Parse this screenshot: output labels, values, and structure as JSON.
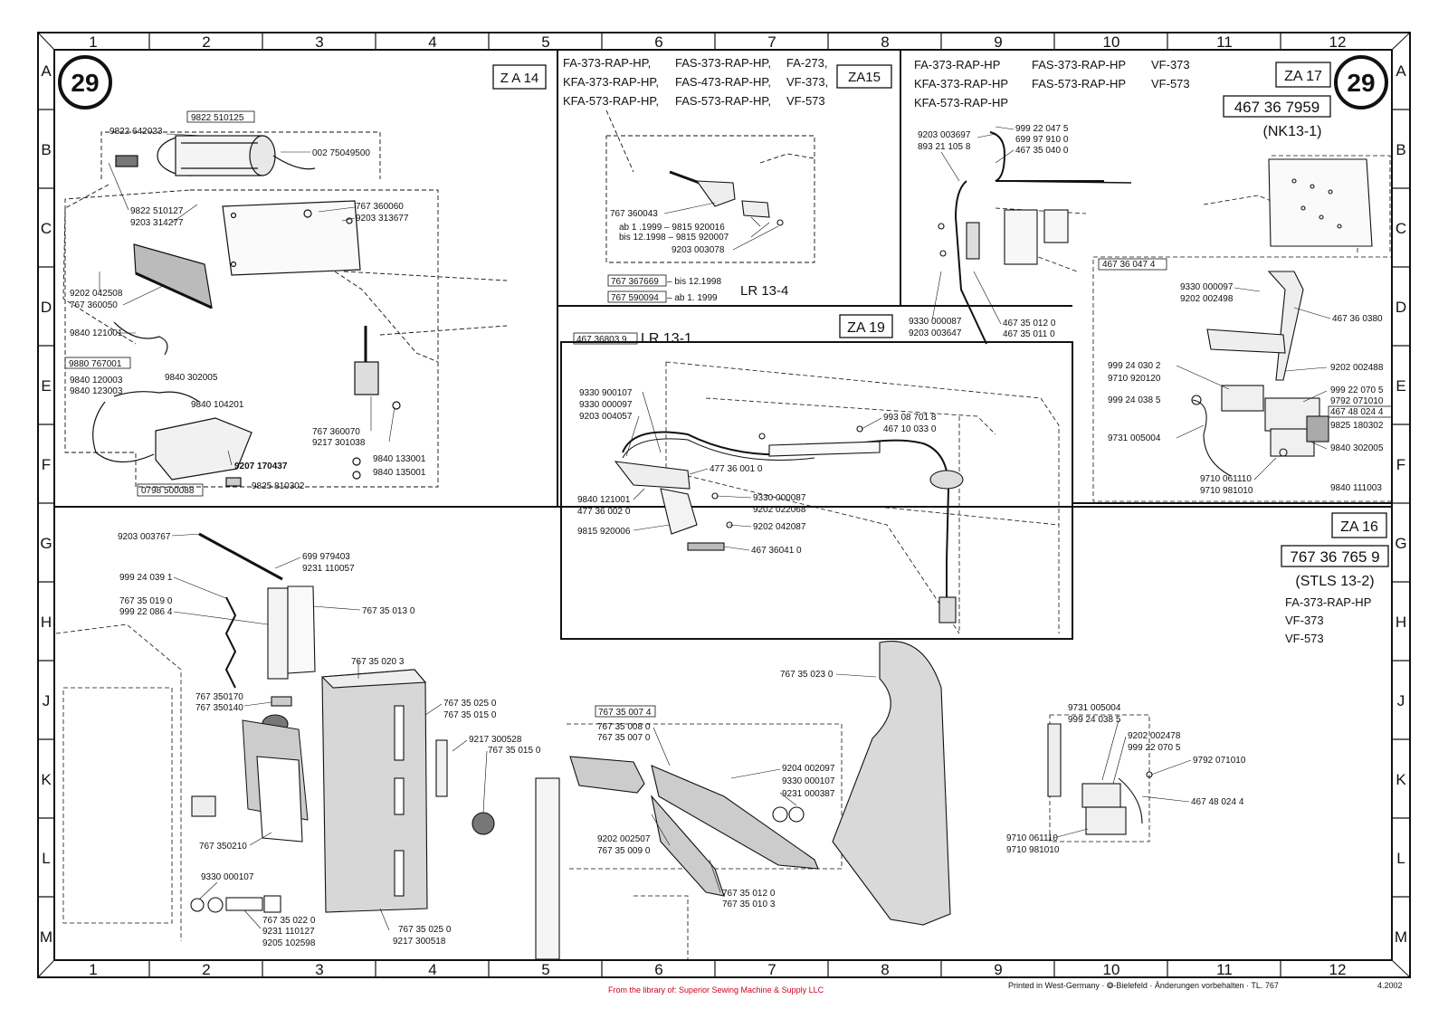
{
  "sheet_number": "29",
  "grid": {
    "columns": [
      "1",
      "2",
      "3",
      "4",
      "5",
      "6",
      "7",
      "8",
      "9",
      "10",
      "11",
      "12"
    ],
    "rows": [
      "A",
      "B",
      "C",
      "D",
      "E",
      "F",
      "G",
      "H",
      "J",
      "K",
      "L",
      "M"
    ]
  },
  "za14": {
    "title": "Z A 14",
    "labels": {
      "p_510125": "9822 510125",
      "p_642023": "9822 642023",
      "p_75049500": "002 75049500",
      "p_5101027": "9822 510127",
      "p_314277": "9203 314277",
      "p_360060": "767 360060",
      "p_313677": "9203 313677",
      "p_042508": "9202 042508",
      "p_360050": "767 360050",
      "p_121001": "9840 121001",
      "p_767001": "9880 767001",
      "p_120003": "9840 120003",
      "p_123003": "9840 123003",
      "p_302005": "9840 302005",
      "p_104201": "9840 104201",
      "p_360070": "767 360070",
      "p_301038": "9217 301038",
      "p_170437": "9207 170437",
      "p_133001": "9840 133001",
      "p_135001": "9840 135001",
      "p_500088": "0798 500088",
      "p_810302": "9825 810302"
    }
  },
  "za15": {
    "title": "ZA15",
    "models": [
      "FA-373-RAP-HP,",
      "FAS-373-RAP-HP,",
      "FA-273,",
      "KFA-373-RAP-HP,",
      "FAS-473-RAP-HP,",
      "VF-373,",
      "KFA-573-RAP-HP,",
      "FAS-573-RAP-HP,",
      "VF-573"
    ],
    "labels": {
      "p_360043": "767 360043",
      "ab": "ab 1 .1999 – 9815 920016",
      "bis": "bis 12.1998 – 9815 920007",
      "p_003078": "9203 003078",
      "p_367669": "767 367669",
      "bis2": "– bis 12.1998",
      "p_590094": "767 590094",
      "ab2": "– ab  1. 1999",
      "lr": "LR 13-4"
    }
  },
  "za17": {
    "title": "ZA 17",
    "models": [
      "FA-373-RAP-HP",
      "FAS-373-RAP-HP",
      "VF-373",
      "KFA-373-RAP-HP",
      "FAS-573-RAP-HP",
      "VF-573",
      "KFA-573-RAP-HP"
    ],
    "kit": "467 36 7959",
    "kit_name": "(NK13-1)",
    "labels": {
      "p_003697": "9203  003697",
      "p_1058": "893  21 105 8",
      "p_0475": "999  22 047 5",
      "p_9100": "699  97 910 0",
      "p_0400": "467  35 040 0",
      "p_000087": "9330  000087",
      "p_003647": "9203  003647",
      "p_0120": "467  35 012 0",
      "p_0110": "467  35 011 0",
      "box": "467  36 047 4",
      "p_000097": "9330  000097",
      "p_002498": "9202  002498",
      "p_0380": "467  36 0380",
      "p_0302": "999  24 030 2",
      "p_920120": "9710  920120",
      "p_0385": "999  24 038 5",
      "p_002488": "9202  002488",
      "p_0705": "999  22 070 5",
      "p_071010": "9792  071010",
      "p_0244": "467  48 024 4",
      "p_180302": "9825  180302",
      "p_005004": "9731  005004",
      "p_302005": "9840  302005",
      "p_061110": "9710  061110",
      "p_981010": "9710  981010",
      "p_111003": "9840  111003"
    }
  },
  "za19": {
    "title": "ZA 19",
    "box": "467  36803 9",
    "lr": "LR 13-1",
    "labels": {
      "p_900107": "9330  900107",
      "p_000097": "9330  000097",
      "p_004057": "9203  004057",
      "p_7018": "993  08 701 8",
      "p_0330": "467  10 033 0",
      "p_0010": "477  36 001 0",
      "p_121001": "9840  121001",
      "p_0020": "477  36 002 0",
      "p_000087": "9330  000087",
      "p_022068": "9202  022068",
      "p_920006": "9815  920006",
      "p_042087": "9202  042087",
      "p_0410": "467  36041 0"
    }
  },
  "za16": {
    "title": "ZA 16",
    "kit": "767 36 765 9",
    "kit_name": "(STLS  13-2)",
    "models": [
      "FA-373-RAP-HP",
      "VF-373",
      "VF-573"
    ],
    "labels": {
      "p_003767": "9203 003767",
      "p_979403": "699  979403",
      "p_110057": "9231  110057",
      "p_0391": "999  24 039 1",
      "p_0190": "767  35 019 0",
      "p_0864": "999  22 086 4",
      "p_0130": "767  35 013 0",
      "p_350170": "767  350170",
      "p_350140": "767  350140",
      "p_0203": "767  35 020 3",
      "p_0250": "767  35 025 0",
      "p_0150": "767  35 015 0",
      "p_300528": "9217  300528",
      "p_0150b": "767  35 015 0",
      "p_350210": "767  350210",
      "p_000107": "9330  000107",
      "p_0220": "767  35 022 0",
      "p_110127": "9231  110127",
      "p_102598": "9205  102598",
      "p_0250b": "767  35 025 0",
      "p_300518": "9217  300518",
      "box": "767  35 007 4",
      "p_0080": "767  35 008 0",
      "p_0070": "767  35 007 0",
      "p_002097": "9204  002097",
      "p_000107b": "9330  000107",
      "p_000387": "9231  000387",
      "p_002507": "9202  002507",
      "p_0090": "767  35 009 0",
      "p_0120": "767  35 012 0",
      "p_0103": "767  35 010 3",
      "p_0230": "767  35 023 0",
      "p_005004": "9731  005004",
      "p_0385": "999  24 038 5",
      "p_002478": "9202  002478",
      "p_0705": "999  22 070 5",
      "p_071010": "9792  071010",
      "p_0244": "467  48 024 4",
      "p_061110": "9710  061110",
      "p_981010": "9710  981010"
    }
  },
  "footer": {
    "library": "From the library of: Superior Sewing Machine & Supply LLC",
    "printed": "Printed in West-Germany · ❂-Bielefeld · Änderungen vorbehalten · TL. 767",
    "date": "4.2002"
  }
}
